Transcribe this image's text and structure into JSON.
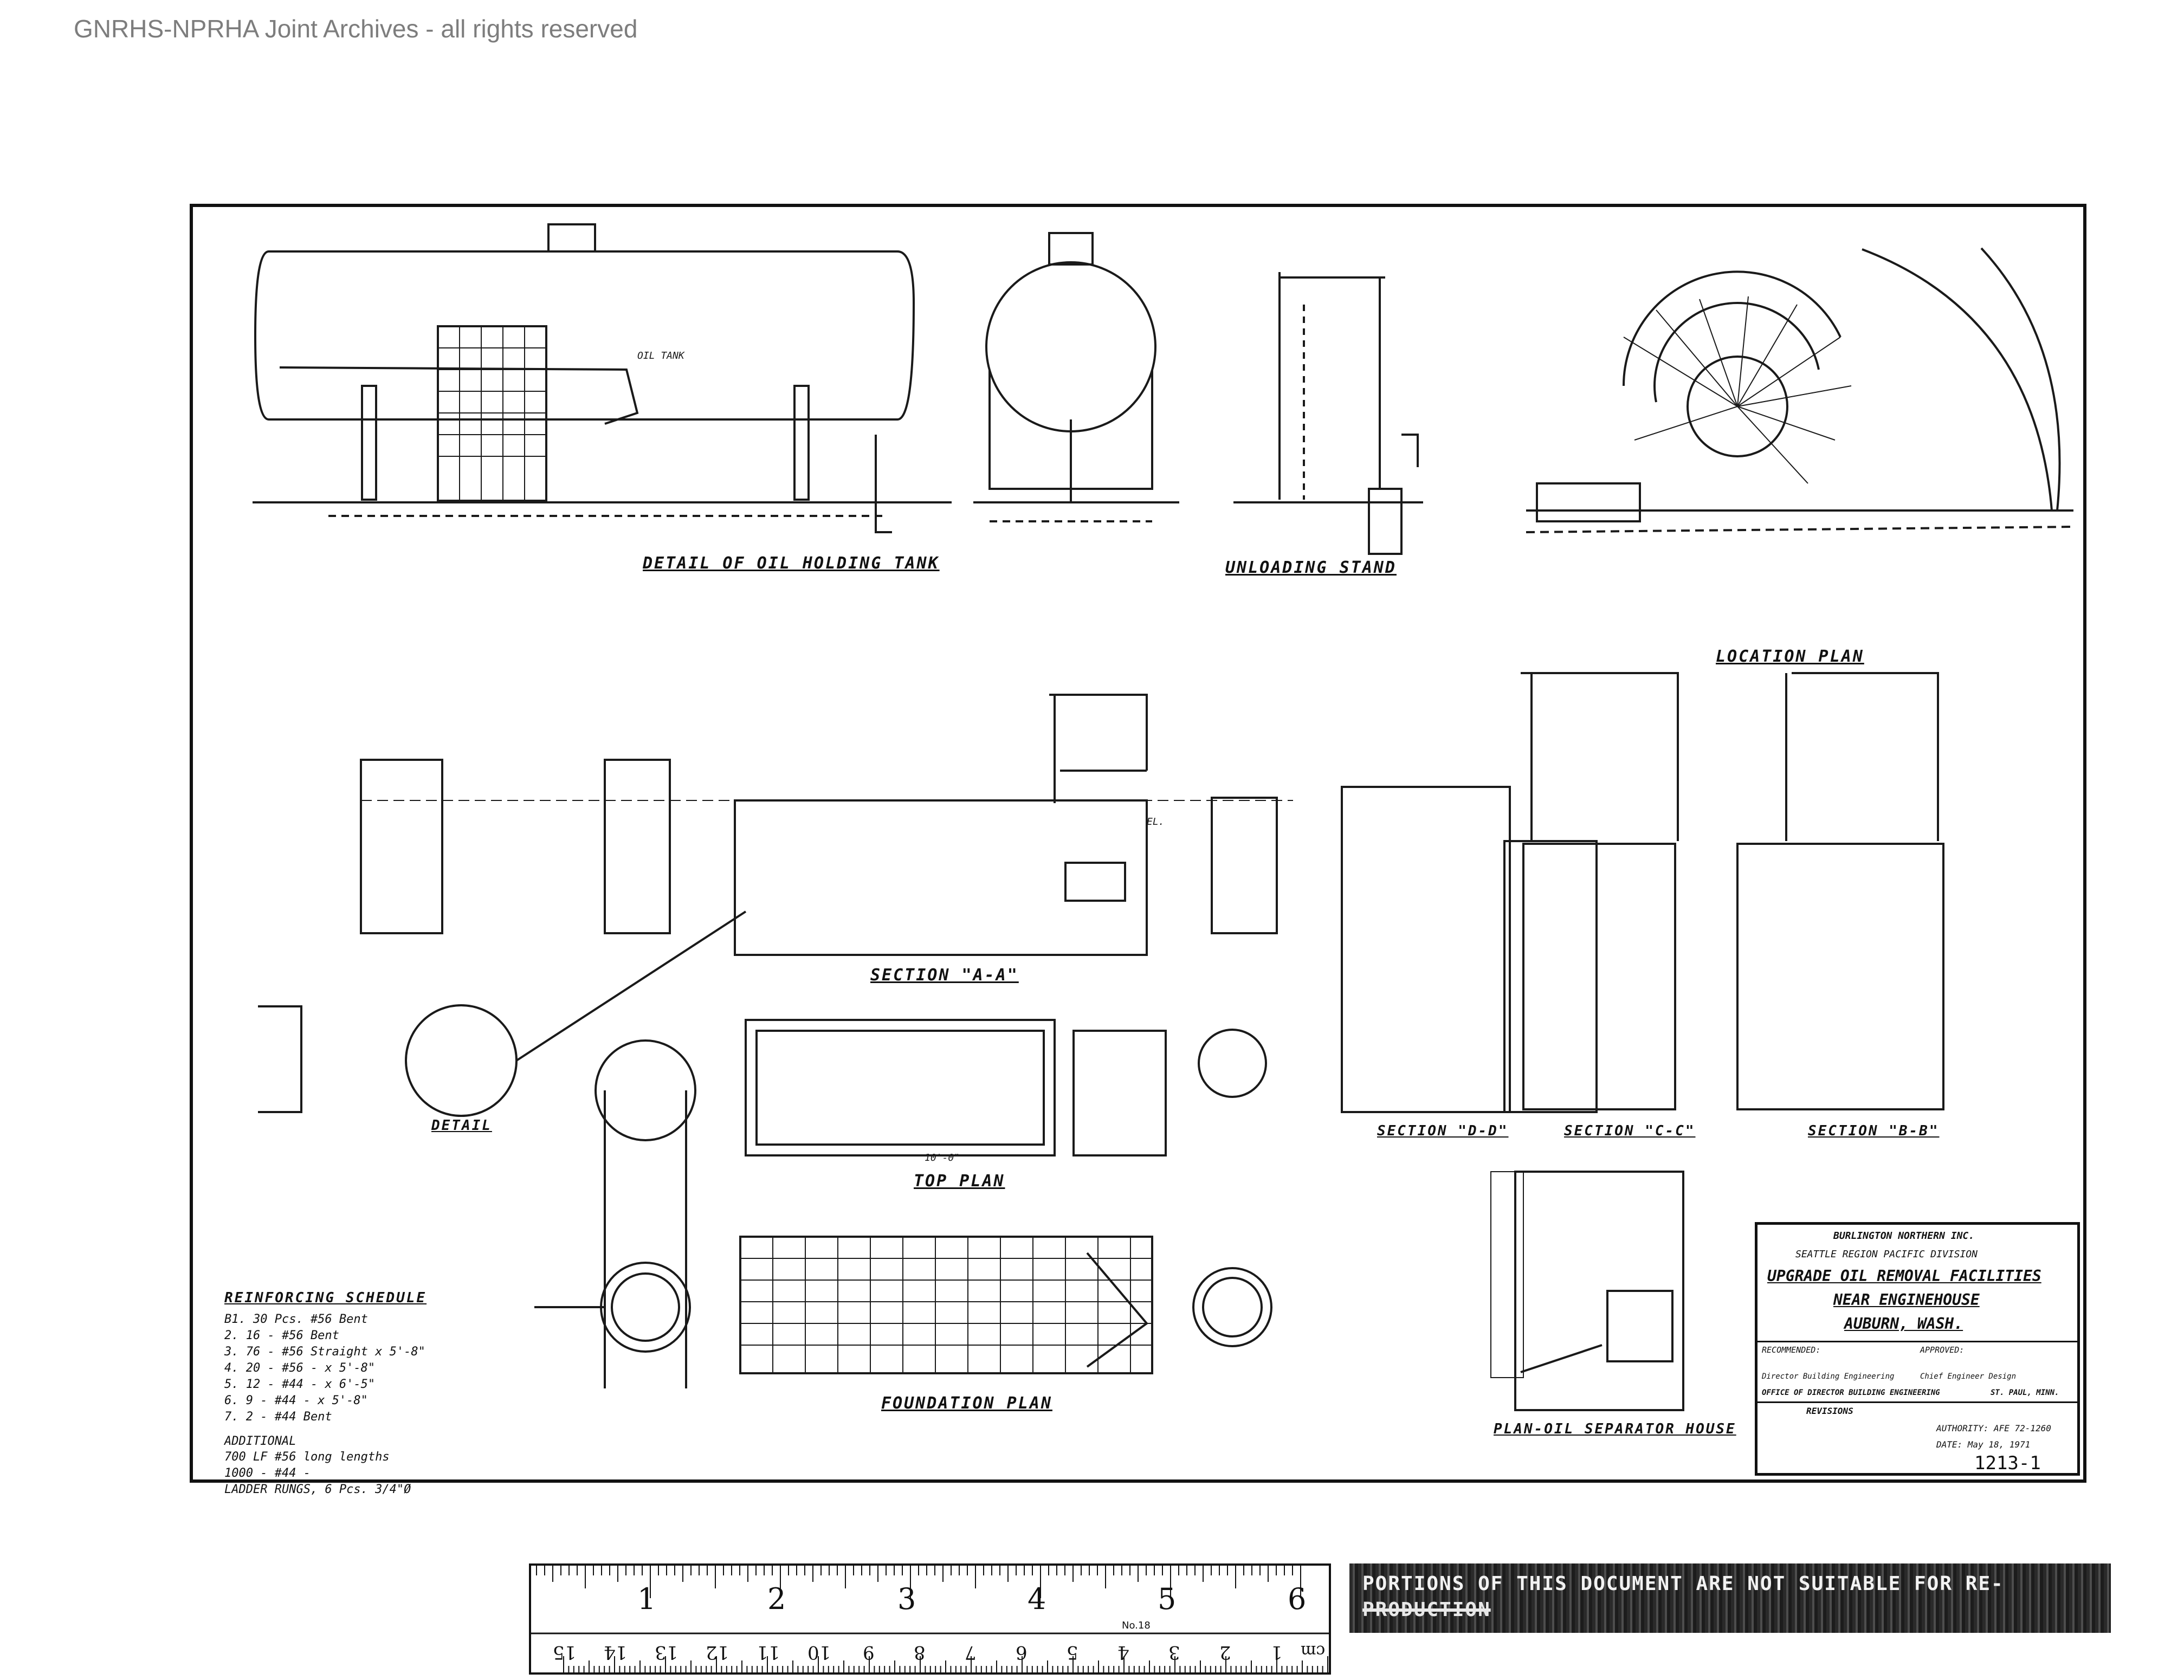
{
  "watermark": "GNRHS-NPRHA Joint Archives - all rights reserved",
  "views": {
    "tank_detail": "DETAIL OF OIL HOLDING TANK",
    "unloading_stand": "UNLOADING STAND",
    "location_plan": "LOCATION PLAN",
    "section_aa": "SECTION \"A-A\"",
    "section_dd": "SECTION \"D-D\"",
    "section_cc": "SECTION \"C-C\"",
    "section_bb": "SECTION \"B-B\"",
    "detail": "DETAIL",
    "top_plan": "TOP PLAN",
    "foundation_plan": "FOUNDATION PLAN",
    "separator_house": "PLAN-OIL SEPARATOR HOUSE"
  },
  "reinforcing": {
    "title": "REINFORCING SCHEDULE",
    "rows": [
      "B1. 30 Pcs. #56 Bent",
      "2. 16 - #56 Bent",
      "3. 76 - #56 Straight x 5'-8\"",
      "4. 20 - #56 - x 5'-8\"",
      "5. 12 - #44 - x 6'-5\"",
      "6. 9 - #44 - x 5'-8\"",
      "7. 2 - #44 Bent"
    ],
    "additional": "ADDITIONAL",
    "additional_rows": [
      "700 LF #56 long lengths",
      "1000 - #44 -",
      "LADDER RUNGS, 6 Pcs. 3/4\"Ø"
    ]
  },
  "title_block": {
    "company": "BURLINGTON NORTHERN INC.",
    "division_line": "SEATTLE REGION PACIFIC DIVISION",
    "title_1": "UPGRADE OIL REMOVAL FACILITIES",
    "title_2": "NEAR ENGINEHOUSE",
    "title_3": "AUBURN, WASH.",
    "recommended": "RECOMMENDED:",
    "approved": "APPROVED:",
    "director": "Director Building Engineering",
    "chief": "Chief Engineer Design",
    "office": "OFFICE OF DIRECTOR BUILDING ENGINEERING",
    "city": "ST. PAUL, MINN.",
    "revisions": "REVISIONS",
    "authority": "AUTHORITY: AFE 72-1260",
    "date": "DATE: May 18, 1971",
    "drawing_number": "1213-1"
  },
  "ruler": {
    "inch_numbers": [
      "1",
      "2",
      "3",
      "4",
      "5",
      "6"
    ],
    "cm_numbers": [
      "1",
      "2",
      "3",
      "4",
      "5",
      "6",
      "7",
      "8",
      "9",
      "10",
      "11",
      "12",
      "13",
      "14",
      "15"
    ],
    "cm_label": "cm",
    "brand": "No.18"
  },
  "notice": {
    "line_1": "PORTIONS OF THIS DOCUMENT ARE NOT SUITABLE FOR RE-",
    "line_2": "PRODUCTION"
  }
}
